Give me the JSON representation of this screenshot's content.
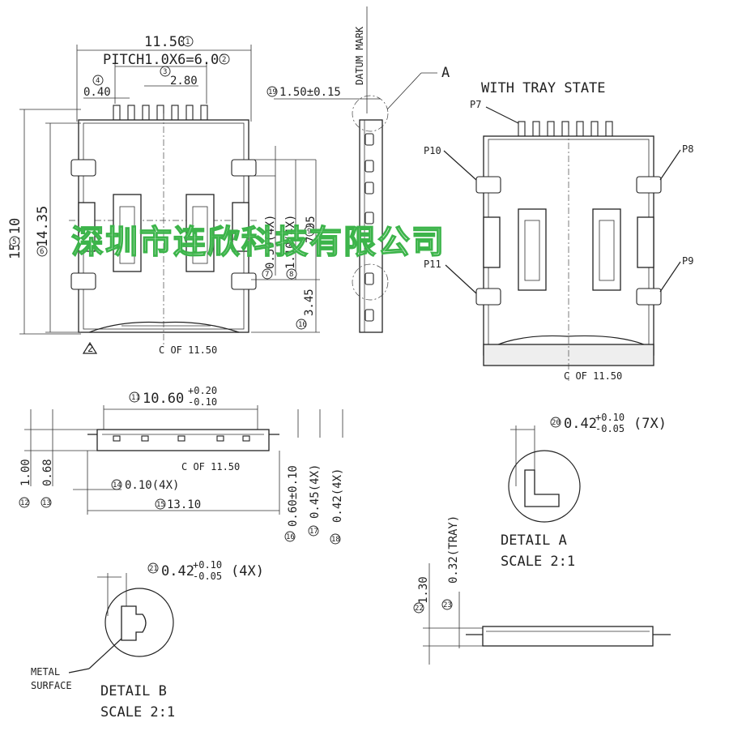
{
  "watermark": "深圳市连欣科技有限公司",
  "top_view": {
    "overall_width": "11.50",
    "pitch": "PITCH1.0X6=6.00",
    "pin_span": "2.80",
    "pin_width": "0.40",
    "height_outer": "15.10",
    "height_inner": "14.35",
    "dim_7": "0.50(4X)",
    "dim_8": "1.10(4X)",
    "dim_9": "7.95",
    "dim_10": "3.45",
    "centerline": "C  OF  11.50",
    "datum_flag": "2"
  },
  "side_view": {
    "datum_mark": "DATUM MARK",
    "dim_19": "1.50±0.15",
    "detail_a_ref": "A"
  },
  "tray_view": {
    "title": "WITH TRAY STATE",
    "pins": [
      "P7",
      "P8",
      "P9",
      "P10",
      "P11"
    ],
    "centerline": "C  OF  11.50"
  },
  "front_view": {
    "dim_11": "10.60",
    "dim_11_tol_upper": "+0.20",
    "dim_11_tol_lower": "-0.10",
    "dim_12": "1.00",
    "dim_13": "0.68",
    "dim_14": "0.10(4X)",
    "dim_15": "13.10",
    "dim_16": "0.60±0.10",
    "dim_17": "0.45(4X)",
    "dim_18": "0.42(4X)",
    "centerline": "C  OF  11.50"
  },
  "detail_a": {
    "dim_20": "0.42",
    "tol_upper": "+0.10",
    "tol_lower": "-0.05",
    "count": "(7X)",
    "title": "DETAIL  A",
    "scale": "SCALE  2:1"
  },
  "detail_b": {
    "dim_21": "0.42",
    "tol_upper": "+0.10",
    "tol_lower": "-0.05",
    "count": "(4X)",
    "note_line1": "METAL",
    "note_line2": "SURFACE",
    "title": "DETAIL  B",
    "scale": "SCALE  2:1"
  },
  "tray_side": {
    "dim_22": "1.30",
    "dim_23": "0.32(TRAY)"
  },
  "bubbles": [
    "1",
    "2",
    "3",
    "4",
    "5",
    "6",
    "7",
    "8",
    "9",
    "10",
    "11",
    "12",
    "13",
    "14",
    "15",
    "16",
    "17",
    "18",
    "19",
    "20",
    "21",
    "22",
    "23"
  ]
}
